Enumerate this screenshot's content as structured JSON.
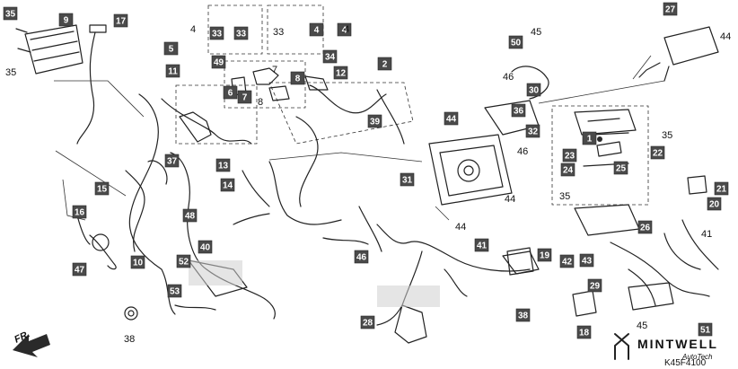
{
  "diagram": {
    "code": "K45F4100",
    "brand": {
      "name": "MINTWELL",
      "sub": "AutoTech"
    },
    "direction_arrow": "FR.",
    "callouts_boxed": [
      "35",
      "9",
      "17",
      "5",
      "11",
      "33",
      "33",
      "4",
      "4",
      "49",
      "6",
      "7",
      "8",
      "34",
      "12",
      "2",
      "27",
      "50",
      "30",
      "36",
      "32",
      "37",
      "13",
      "14",
      "15",
      "16",
      "47",
      "10",
      "48",
      "40",
      "52",
      "53",
      "39",
      "31",
      "44",
      "1",
      "23",
      "24",
      "25",
      "22",
      "26",
      "21",
      "20",
      "19",
      "42",
      "43",
      "29",
      "18",
      "28",
      "46",
      "41",
      "38",
      "51"
    ],
    "callouts_plain": [
      "35",
      "4",
      "33",
      "4",
      "7",
      "8",
      "45",
      "46",
      "44",
      "35",
      "46",
      "44",
      "44",
      "35",
      "41",
      "45",
      "38"
    ]
  }
}
